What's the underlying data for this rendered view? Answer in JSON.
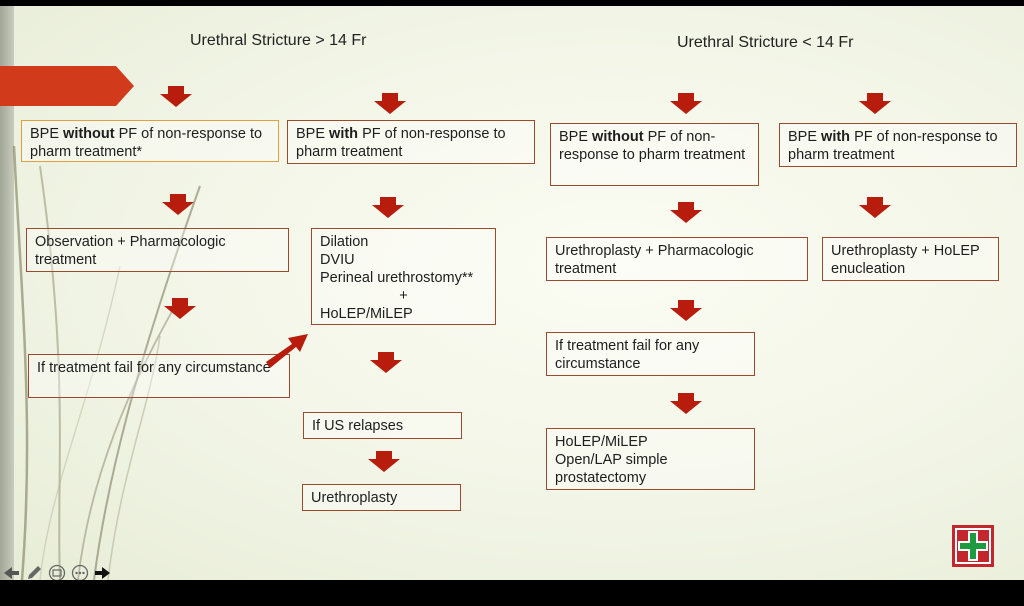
{
  "headings": {
    "left": "Urethral Stricture > 14 Fr",
    "right": "Urethral Stricture < 14 Fr"
  },
  "boxes": {
    "b1": {
      "pre": "BPE ",
      "bold": "without",
      "post": " PF of non-response to pharm treatment*"
    },
    "b2": {
      "pre": "BPE ",
      "bold": "with",
      "post": " PF of non-response to pharm treatment"
    },
    "b3": {
      "pre": "BPE ",
      "bold": "without",
      "post": " PF of non-response to pharm treatment"
    },
    "b4": {
      "pre": "BPE ",
      "bold": "with",
      "post": " PF of non-response to pharm treatment"
    },
    "obs": "Observation + Pharmacologic treatment",
    "treat": {
      "l1": "Dilation",
      "l2": "DVIU",
      "l3": "Perineal urethrostomy**",
      "plus": "+",
      "l4": "HoLEP/MiLEP"
    },
    "uro_pharm": "Urethroplasty + Pharmacologic treatment",
    "uro_holep": "Urethroplasty + HoLEP enucleation",
    "fail_left": "If treatment fail for any circumstance",
    "fail_right": "If treatment fail for any circumstance",
    "relapse": "If US relapses",
    "uro_final": "Urethroplasty",
    "final": {
      "l1": "HoLEP/MiLEP",
      "l2": "Open/LAP simple prostatectomy"
    }
  },
  "icons": {
    "arrow": "down-arrow-icon",
    "diagonal": "diagonal-arrow-icon",
    "logo": "green-cross-logo",
    "controls": [
      "previous-icon",
      "pen-icon",
      "slide-view-icon",
      "more-icon",
      "next-icon"
    ]
  },
  "colors": {
    "arrow": "#b71c0c",
    "box_border": "#9b4a2e",
    "box_border_highlight": "#e0a040",
    "tab": "#d23a1c",
    "logo_red": "#c4262e",
    "logo_green": "#1e9b3f"
  }
}
